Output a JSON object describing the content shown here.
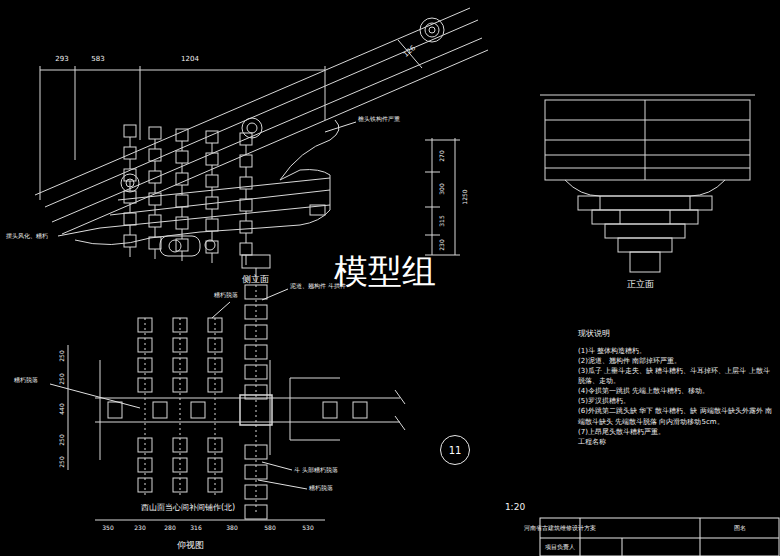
{
  "diagram": {
    "nodes": [
      {
        "text": [
          "11"
        ]
      }
    ],
    "labels": [
      "293",
      "583",
      "1204",
      "126",
      "檐头铁构件严重",
      "摆头风化、糟朽",
      "270",
      "300",
      "315",
      "230",
      "1250",
      "侧立面",
      "正立面",
      "模型组",
      "糟朽脱落",
      "泥道、翘构件 斗拱件",
      "糟朽脱落",
      "250",
      "250",
      "440",
      "250",
      "250",
      "斗 头部糟朽脱落",
      "糟朽脱落",
      "西山面当心间补间铺作(北)",
      "350",
      "230",
      "280",
      "316",
      "380",
      "580",
      "530",
      "仰视图",
      "1:20",
      "现状说明",
      "(1)斗 整体构造糟朽。",
      "(2)泥道、翘构件 南部掉环严重。",
      "(3)瓜子 上垂斗走失、缺 糟斗糟朽、斗耳掉环、上层斗 上散斗脱落、走动。",
      "(4)令拱第一跳拱 先端上散斗糟朽、移动。",
      "(5)罗汉拱糟朽。",
      "(6)外跳第二跳头缺 华下 散斗糟朽、缺 两端散斗缺头外露外 南端散斗缺头 先端散斗脱落 向内滑动移动5cm。",
      "(7)上昂尾头散斗糟朽严重。",
      "工程名称",
      "河南省古建筑维修设计方案",
      "图名",
      "项目负责人"
    ]
  }
}
